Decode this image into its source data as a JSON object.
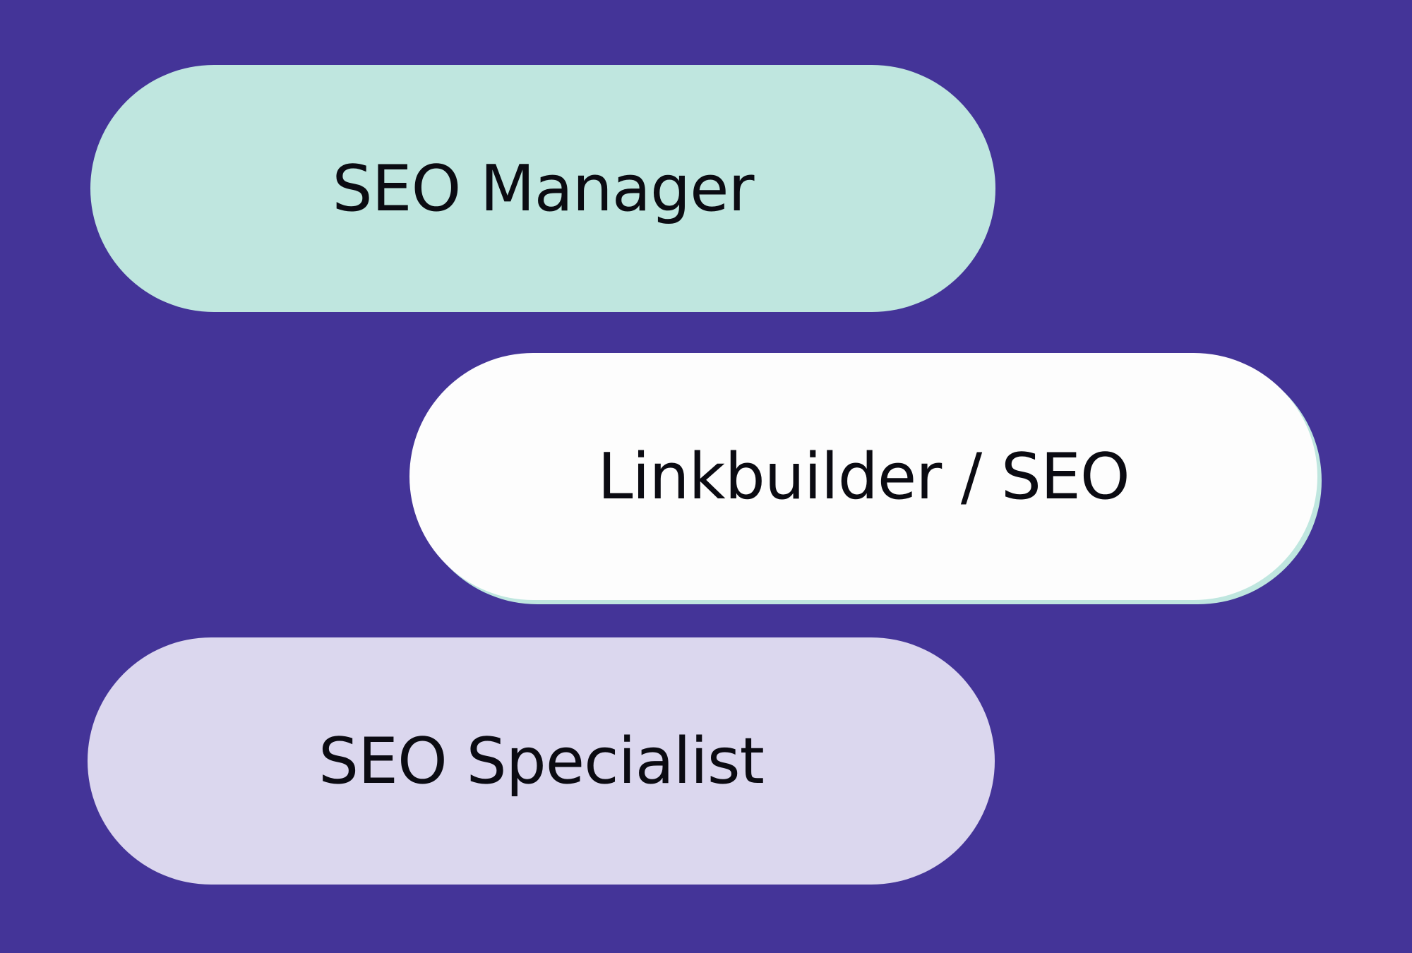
{
  "colors": {
    "background": "#443498",
    "pill_mint": "#bfe6df",
    "pill_white": "#fdfdfd",
    "pill_lavender": "#dbd7ee",
    "text": "#0b0b12"
  },
  "pills": [
    {
      "label": "SEO Manager",
      "color": "#bfe6df"
    },
    {
      "label": "Linkbuilder / SEO",
      "color": "#fdfdfd"
    },
    {
      "label": "SEO Specialist",
      "color": "#dbd7ee"
    }
  ]
}
